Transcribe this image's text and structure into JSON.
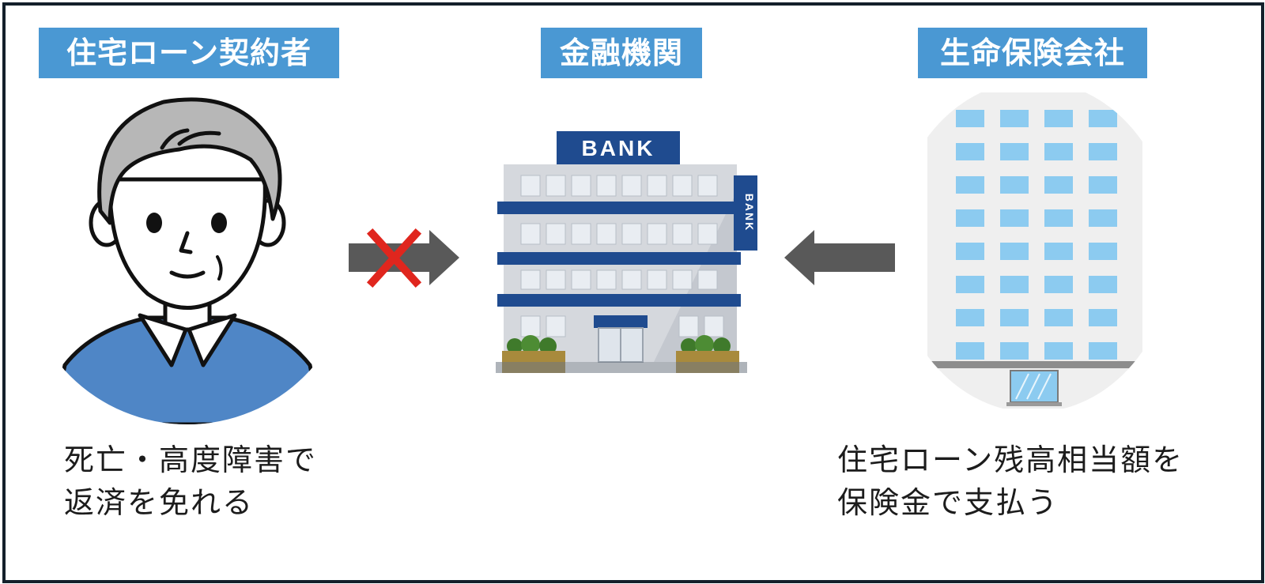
{
  "labels": {
    "borrower": "住宅ローン契約者",
    "bank": "金融機関",
    "insurer": "生命保険会社"
  },
  "bank_signs": {
    "top": "BANK",
    "side": "BANK"
  },
  "captions": {
    "borrower_line1": "死亡・高度障害で",
    "borrower_line2": "返済を免れる",
    "insurer_line1": "住宅ローン残高相当額を",
    "insurer_line2": "保険金で支払う"
  },
  "colors": {
    "label_bg": "#4a98d3",
    "frame": "#14202b",
    "arrow": "#595959",
    "cross": "#e0261e",
    "bank_navy": "#1f4b8f",
    "sweater": "#4f86c6",
    "window_blue": "#8ccbf0"
  },
  "icons": {
    "borrower": "person-icon",
    "bank": "bank-building-icon",
    "insurer": "office-building-icon",
    "blocked_arrow": "blocked-arrow-icon",
    "payment_arrow": "left-arrow-icon"
  }
}
